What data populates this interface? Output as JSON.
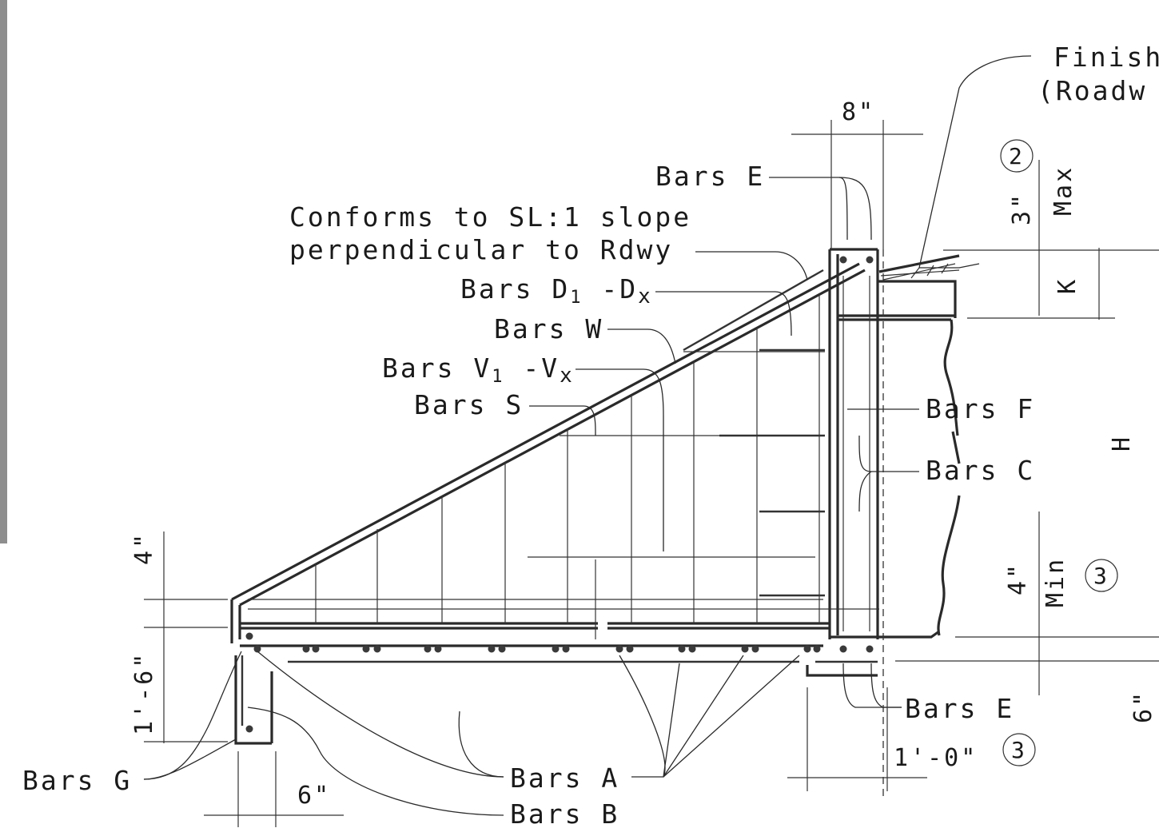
{
  "labels": {
    "finish_line1": "Finish",
    "finish_line2": "(Roadw",
    "bars_e_top": "Bars E",
    "conforms_line1": "Conforms to SL:1 slope",
    "conforms_line2": "perpendicular to Rdwy",
    "bars_d_main": "Bars D",
    "bars_d_sub1": "1",
    "bars_d_dash": " -D",
    "bars_d_subx": "x",
    "bars_w": "Bars W",
    "bars_v_main": "Bars V",
    "bars_v_sub1": "1",
    "bars_v_dash": " -V",
    "bars_v_subx": "x",
    "bars_s": "Bars S",
    "bars_f": "Bars F",
    "bars_c": "Bars C",
    "bars_g": "Bars G",
    "bars_a": "Bars A",
    "bars_b": "Bars B",
    "bars_e_bottom": "Bars E"
  },
  "dimensions": {
    "top_width": "8\"",
    "max_height": "3\"",
    "max_word": "Max",
    "k": "K",
    "h": "H",
    "min_height": "4\"",
    "min_word": "Min",
    "left_top": "4\"",
    "left_depth": "1'-6\"",
    "bottom_width": "6\"",
    "toe": "1'-0\"",
    "right_edge": "6\""
  },
  "callouts": {
    "note_2": "2",
    "note_3_upper": "3",
    "note_3_lower": "3"
  }
}
